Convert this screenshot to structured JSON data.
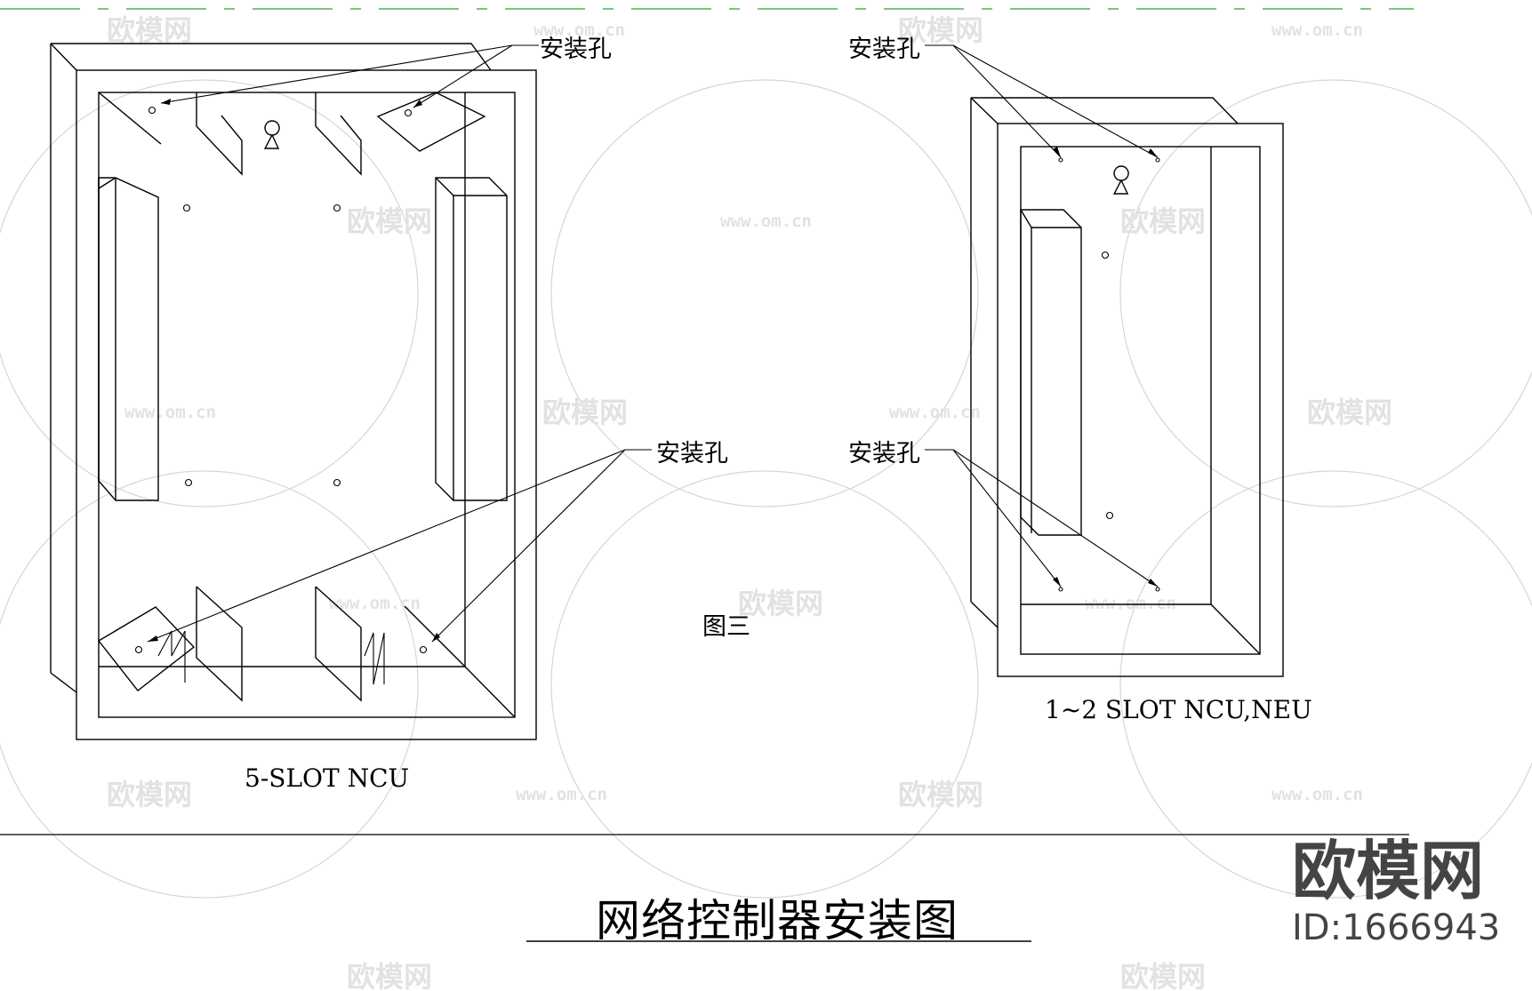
{
  "drawing": {
    "title": "网络控制器安装图",
    "figure_label": "图三"
  },
  "left_unit": {
    "caption": "5-SLOT NCU",
    "callout_top": "安装孔",
    "callout_bottom": "安装孔"
  },
  "right_unit": {
    "caption": "1~2 SLOT NCU,NEU",
    "callout_top": "安装孔",
    "callout_bottom": "安装孔"
  },
  "watermark": {
    "brand": "欧模网",
    "url": "www.om.cn",
    "id": "ID:1666943"
  }
}
